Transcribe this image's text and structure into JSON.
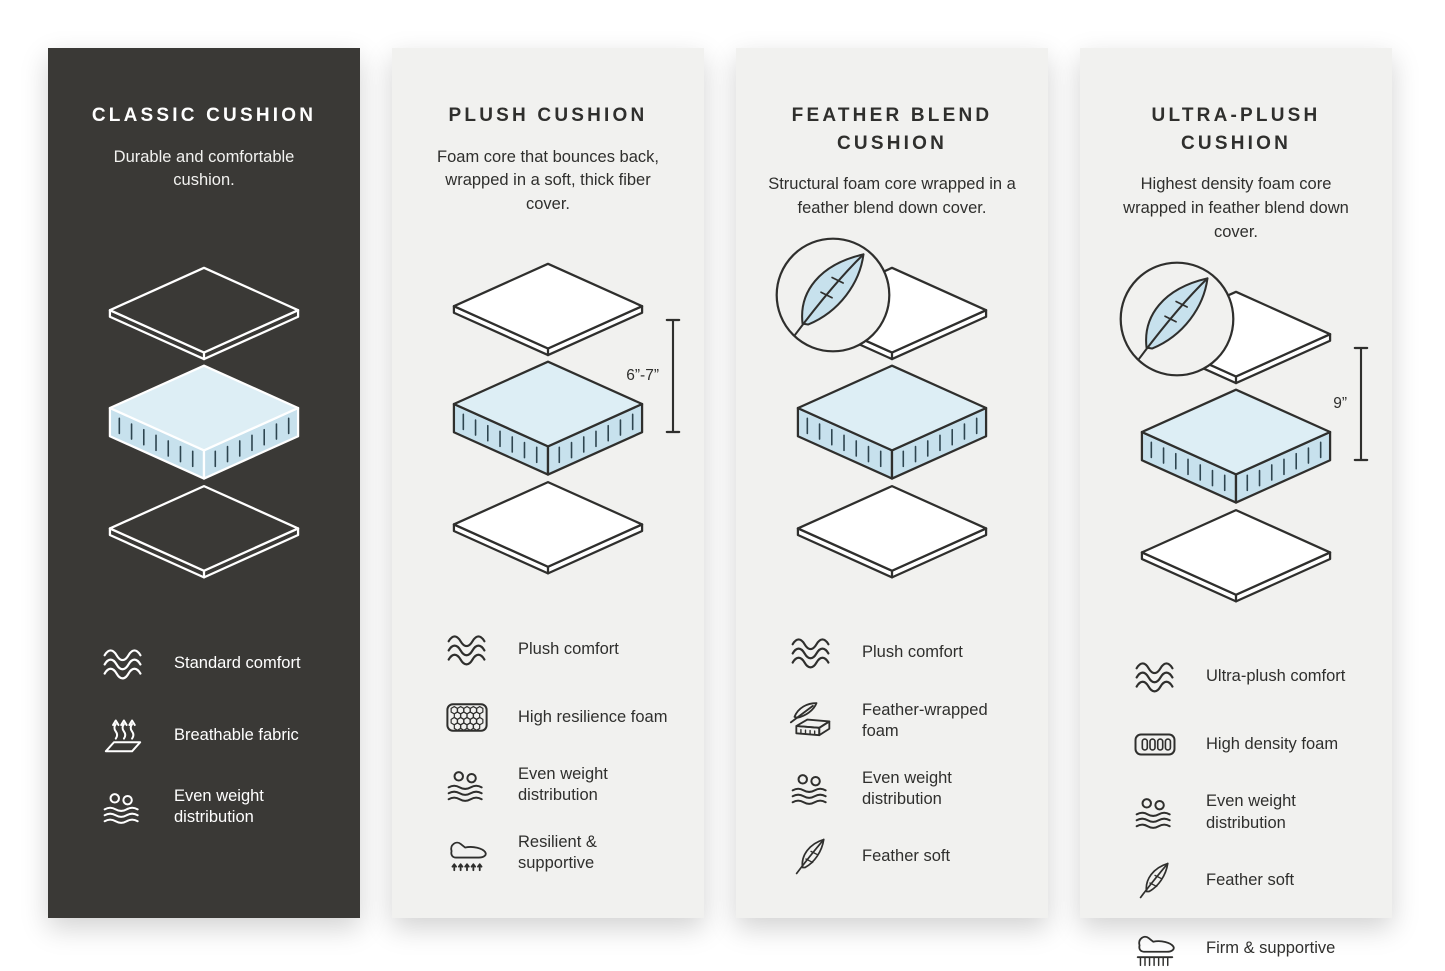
{
  "colors": {
    "page_background": "#ffffff",
    "dark_card": "#3a3936",
    "light_card": "#f1f1ef",
    "ink": "#2f2f2d",
    "foam_blue": "#c7e1ed"
  },
  "cards": [
    {
      "id": "classic",
      "title": "CLASSIC CUSHION",
      "description": "Durable and comfortable cushion.",
      "features": [
        {
          "icon": "waves-icon",
          "label": "Standard comfort"
        },
        {
          "icon": "breathable-fabric-icon",
          "label": "Breathable fabric"
        },
        {
          "icon": "even-weight-icon",
          "label": "Even weight distribution"
        }
      ]
    },
    {
      "id": "plush",
      "title": "PLUSH CUSHION",
      "description": "Foam core that bounces back, wrapped in a soft, thick fiber cover.",
      "measurement": "6”-7”",
      "features": [
        {
          "icon": "waves-icon",
          "label": "Plush comfort"
        },
        {
          "icon": "foam-cells-icon",
          "label": "High resilience foam"
        },
        {
          "icon": "even-weight-icon",
          "label": "Even weight distribution"
        },
        {
          "icon": "resilient-icon",
          "label": "Resilient & supportive"
        }
      ]
    },
    {
      "id": "feather-blend",
      "title": "FEATHER BLEND CUSHION",
      "description": "Structural foam core wrapped in a feather blend down cover.",
      "features": [
        {
          "icon": "waves-icon",
          "label": "Plush comfort"
        },
        {
          "icon": "feather-foam-icon",
          "label": "Feather-wrapped foam"
        },
        {
          "icon": "even-weight-icon",
          "label": "Even weight distribution"
        },
        {
          "icon": "feather-icon",
          "label": "Feather soft"
        }
      ]
    },
    {
      "id": "ultra-plush",
      "title": "ULTRA-PLUSH CUSHION",
      "description": "Highest density foam core wrapped in feather blend down cover.",
      "measurement": "9”",
      "features": [
        {
          "icon": "waves-icon",
          "label": "Ultra-plush comfort"
        },
        {
          "icon": "density-foam-icon",
          "label": "High density foam"
        },
        {
          "icon": "even-weight-icon",
          "label": "Even weight distribution"
        },
        {
          "icon": "feather-icon",
          "label": "Feather soft"
        },
        {
          "icon": "firm-supportive-icon",
          "label": "Firm & supportive"
        }
      ]
    }
  ]
}
